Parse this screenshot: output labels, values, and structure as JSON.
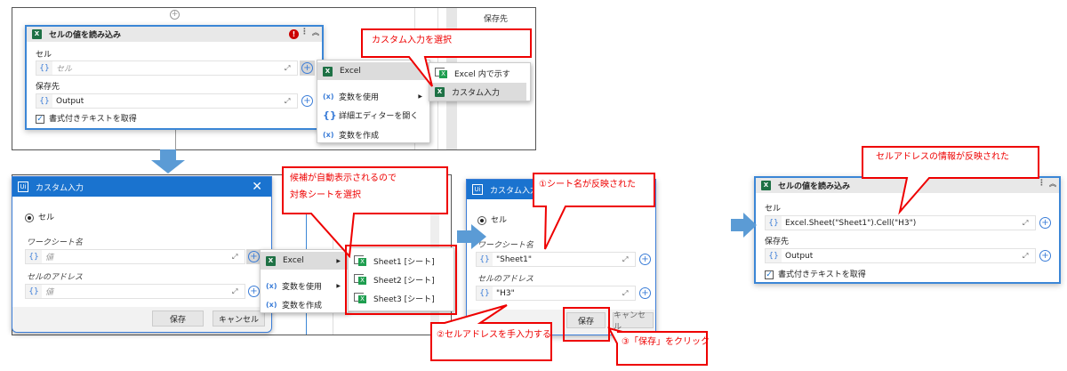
{
  "colors": {
    "accent": "#1a73cf",
    "callout": "#ee0000",
    "arrow": "#5b9bd5",
    "excel": "#1e7145"
  },
  "step1": {
    "activity_title": "セルの値を読み込み",
    "cell_label": "セル",
    "cell_placeholder": "セル",
    "save_to_label": "保存先",
    "save_to_value": "Output",
    "checkbox_label": "書式付きテキストを取得",
    "right_label": "保存先",
    "menu": {
      "excel": "Excel",
      "use_variable": "変数を使用",
      "open_editor": "詳細エディターを開く",
      "create_variable": "変数を作成"
    },
    "submenu": {
      "show_in_excel": "Excel 内で示す",
      "custom_input": "カスタム入力"
    },
    "callout": "カスタム入力を選択"
  },
  "step2": {
    "dialog_title": "カスタム入力",
    "radio_label": "セル",
    "sheet_label": "ワークシート名",
    "sheet_placeholder": "値",
    "address_label": "セルのアドレス",
    "address_placeholder": "値",
    "save": "保存",
    "cancel": "キャンセル",
    "menu": {
      "excel": "Excel",
      "use_variable": "変数を使用",
      "create_variable": "変数を作成"
    },
    "sheets": [
      "Sheet1 [シート]",
      "Sheet2 [シート]",
      "Sheet3 [シート]"
    ],
    "callout_line1": "候補が自動表示されるので",
    "callout_line2": "対象シートを選択"
  },
  "step3": {
    "dialog_title": "カスタム入力",
    "radio_label": "セル",
    "sheet_label": "ワークシート名",
    "sheet_value": "\"Sheet1\"",
    "address_label": "セルのアドレス",
    "address_value": "\"H3\"",
    "save": "保存",
    "cancel": "キャンセル",
    "callout1": "①シート名が反映された",
    "callout2": "②セルアドレスを手入力する",
    "callout3": "③「保存」をクリック"
  },
  "step4": {
    "activity_title": "セルの値を読み込み",
    "cell_label": "セル",
    "cell_value": "Excel.Sheet(\"Sheet1\").Cell(\"H3\")",
    "save_to_label": "保存先",
    "save_to_value": "Output",
    "checkbox_label": "書式付きテキストを取得",
    "callout": "セルアドレスの情報が反映された"
  }
}
